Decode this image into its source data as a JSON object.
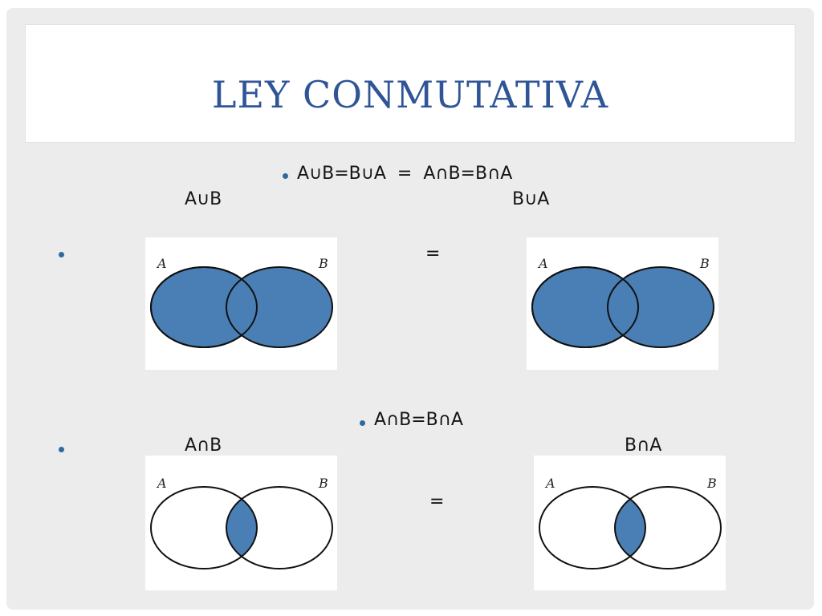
{
  "slide": {
    "title": "LEY CONMUTATIVA",
    "formula_line": "A∪B=B∪A  =  A∩B=B∩A",
    "union_section": {
      "left_label": "A∪B",
      "right_label": "B∪A",
      "equals": "="
    },
    "intersection_section": {
      "heading": "A∩B=B∩A",
      "left_label": "A∩B",
      "right_label": "B∩A",
      "equals": "="
    },
    "venn": {
      "set_a_label": "A",
      "set_b_label": "B"
    },
    "colors": {
      "title": "#2f5597",
      "fill": "#4a7fb5",
      "bullet": "#2f6a9e"
    }
  }
}
